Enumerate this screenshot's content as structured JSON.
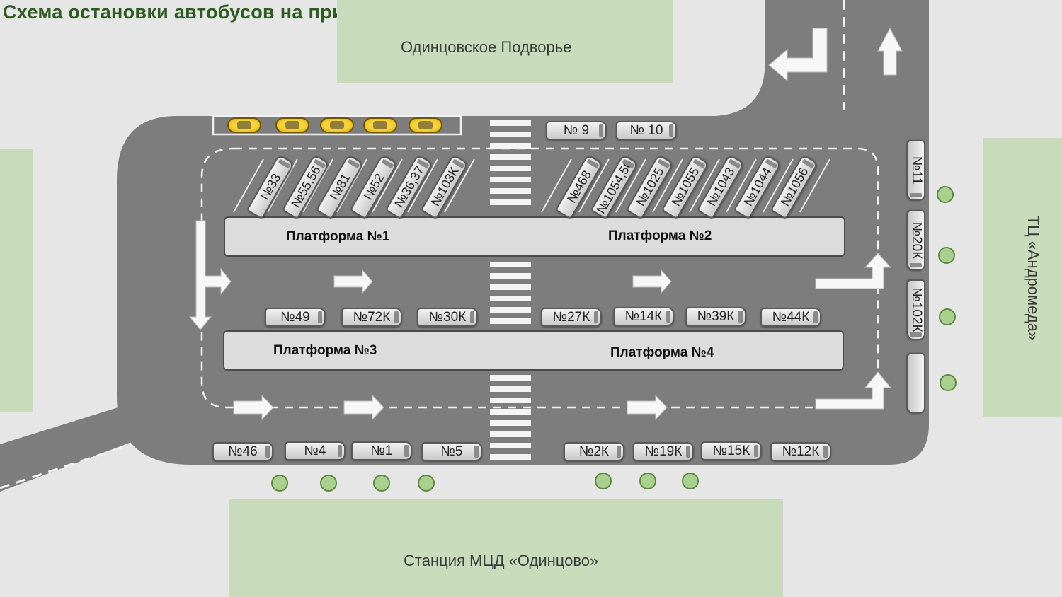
{
  "title": "Схема остановки автобусов на привокзальной площади",
  "places": {
    "top": "Одинцовское Подворье",
    "bottom": "Станция МЦД «Одинцово»",
    "right": "ТЦ «Андромеда»"
  },
  "platforms": [
    "Платформа №1",
    "Платформа №2",
    "Платформа №3",
    "Платформа №4"
  ],
  "stops": {
    "top_row": [
      "№ 9",
      "№ 10"
    ],
    "platform1_diagonal": [
      "№33",
      "№55,56",
      "№81",
      "№52",
      "№36,37",
      "№103К"
    ],
    "platform2_diagonal": [
      "№468",
      "№1054,50",
      "№1025",
      "№1055",
      "№1043",
      "№1044",
      "№1056"
    ],
    "middle_row": [
      "№49",
      "№72К",
      "№30К",
      "№27К",
      "№14К",
      "№39К",
      "№44К"
    ],
    "bottom_row": [
      "№46",
      "№4",
      "№1",
      "№5",
      "№2К",
      "№19К",
      "№15К",
      "№12К"
    ],
    "right_column": [
      "№11",
      "№20К",
      "№102К"
    ]
  },
  "colors": {
    "road": "#7d7d7d",
    "green_area": "#c8dcbc",
    "title": "#2f5a22",
    "taxi": "#f7d23a",
    "tree": "#a9d08e"
  }
}
